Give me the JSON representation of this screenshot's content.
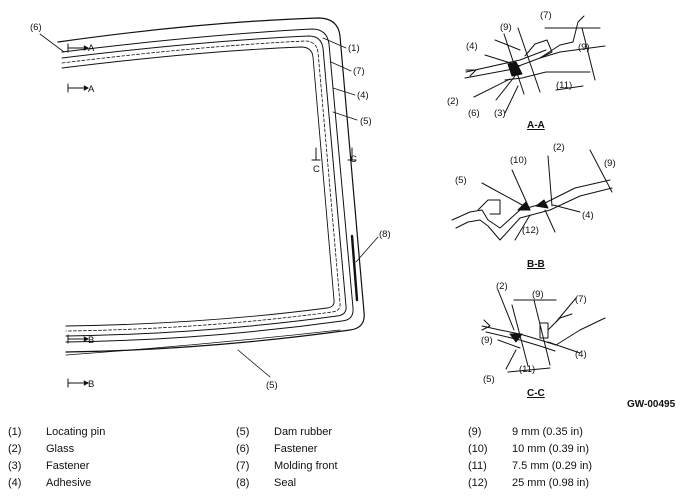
{
  "diagram": {
    "main_callouts": {
      "c1": "(1)",
      "c7": "(7)",
      "c4": "(4)",
      "c5": "(5)",
      "c6": "(6)",
      "c8": "(8)",
      "c5b": "(5)"
    },
    "cut_labels": {
      "a_top": "A",
      "a_bottom": "A",
      "b_top": "B",
      "b_bottom": "B",
      "c_left": "C",
      "c_right": "C"
    },
    "section_aa": {
      "title": "A-A",
      "labels": {
        "c9a": "(9)",
        "c7": "(7)",
        "c4": "(4)",
        "c9b": "(9)",
        "c11": "(11)",
        "c2": "(2)",
        "c6": "(6)",
        "c3": "(3)"
      }
    },
    "section_bb": {
      "title": "B-B",
      "labels": {
        "c10": "(10)",
        "c2": "(2)",
        "c9": "(9)",
        "c5": "(5)",
        "c4": "(4)",
        "c12": "(12)"
      }
    },
    "section_cc": {
      "title": "C-C",
      "labels": {
        "c2": "(2)",
        "c9a": "(9)",
        "c7": "(7)",
        "c9b": "(9)",
        "c4": "(4)",
        "c5": "(5)",
        "c11": "(11)"
      }
    },
    "figure_code": "GW-00495"
  },
  "legend": [
    [
      {
        "num": "(1)",
        "text": "Locating pin"
      },
      {
        "num": "(2)",
        "text": "Glass"
      },
      {
        "num": "(3)",
        "text": "Fastener"
      },
      {
        "num": "(4)",
        "text": "Adhesive"
      }
    ],
    [
      {
        "num": "(5)",
        "text": "Dam rubber"
      },
      {
        "num": "(6)",
        "text": "Fastener"
      },
      {
        "num": "(7)",
        "text": "Molding front"
      },
      {
        "num": "(8)",
        "text": "Seal"
      }
    ],
    [
      {
        "num": "(9)",
        "text": "9 mm (0.35 in)"
      },
      {
        "num": "(10)",
        "text": "10 mm (0.39 in)"
      },
      {
        "num": "(11)",
        "text": "7.5 mm (0.29 in)"
      },
      {
        "num": "(12)",
        "text": "25 mm (0.98 in)"
      }
    ]
  ]
}
